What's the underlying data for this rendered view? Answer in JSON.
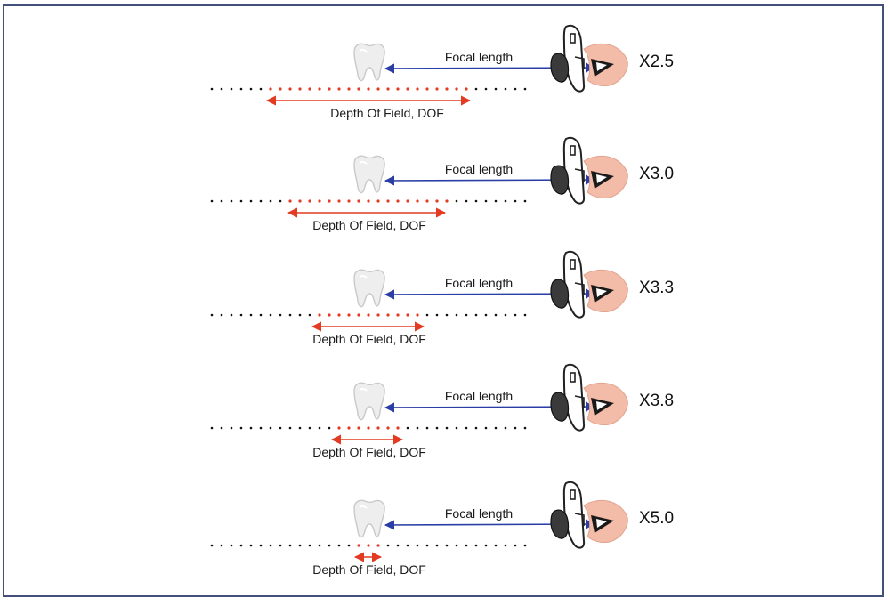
{
  "colors": {
    "border": "#42507a",
    "focal_arrow": "#2b3ea6",
    "dof_arrow": "#e23b22",
    "dof_dots": "#e23b22",
    "dots": "#111111",
    "tooth_fill": "#eeeeee",
    "tooth_stroke": "#c9c9c9",
    "eye_skin": "#f2bca8",
    "loupe": "#222222"
  },
  "icons": {
    "tooth": "tooth-icon",
    "loupe": "loupe-icon",
    "eye": "eye-icon"
  },
  "rows": [
    {
      "focal_label": "Focal length",
      "dof_label": "Depth Of Field, DOF",
      "magnification": "X2.5"
    },
    {
      "focal_label": "Focal length",
      "dof_label": "Depth Of Field, DOF",
      "magnification": "X3.0"
    },
    {
      "focal_label": "Focal length",
      "dof_label": "Depth Of Field, DOF",
      "magnification": "X3.3"
    },
    {
      "focal_label": "Focal length",
      "dof_label": "Depth Of Field, DOF",
      "magnification": "X3.8"
    },
    {
      "focal_label": "Focal length",
      "dof_label": "Depth Of Field, DOF",
      "magnification": "X5.0"
    }
  ]
}
